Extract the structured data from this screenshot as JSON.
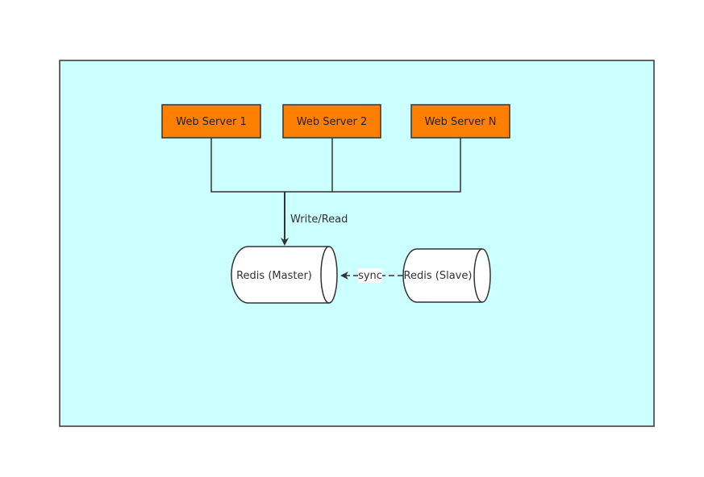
{
  "colors": {
    "container_fill": "#ccffff",
    "server_fill": "#ff8000",
    "stroke": "#333333",
    "cylinder_fill": "#ffffff"
  },
  "servers": [
    {
      "label": "Web Server 1"
    },
    {
      "label": "Web Server 2"
    },
    {
      "label": "Web Server N"
    }
  ],
  "edges": {
    "write_read_label": "Write/Read",
    "sync_label": "sync"
  },
  "databases": {
    "master_label": "Redis (Master)",
    "slave_label": "Redis (Slave)"
  }
}
